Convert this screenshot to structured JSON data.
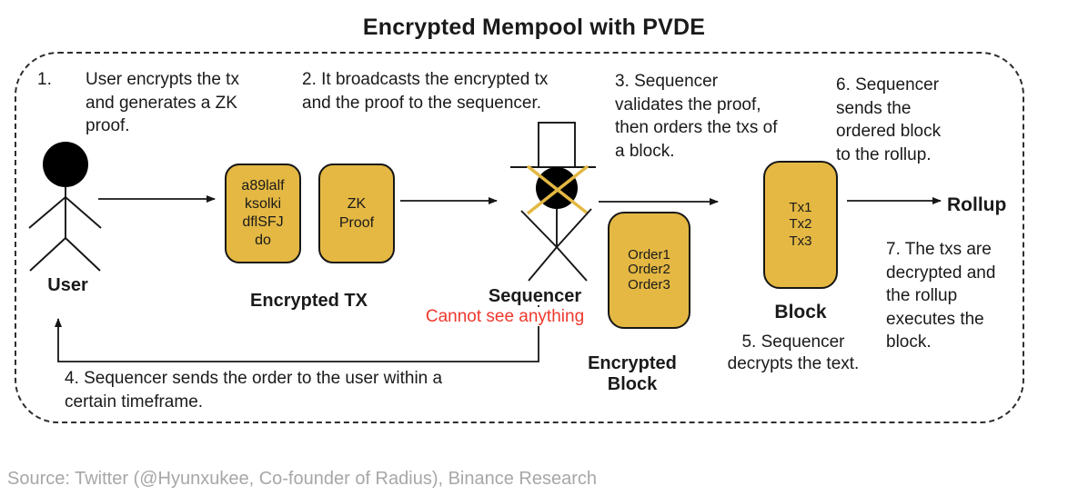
{
  "title": "Encrypted Mempool with PVDE",
  "source": "Source: Twitter (@Hyunxukee, Co-founder of Radius), Binance Research",
  "colors": {
    "gold": "#e4b843",
    "red": "#ee382e",
    "ink": "#1a1a1a",
    "muted": "#a7a7a7"
  },
  "steps": {
    "n1": "1.",
    "s1": "User encrypts the tx\nand generates a ZK\nproof.",
    "s2": "2. It broadcasts the encrypted tx\nand the proof to the sequencer.",
    "s3": "3. Sequencer\nvalidates the proof,\nthen orders the txs of\na block.",
    "s4": "4. Sequencer sends the order to the user within a\ncertain timeframe.",
    "s5": "5. Sequencer\ndecrypts the text.",
    "s6": "6. Sequencer\nsends the\nordered block\nto the rollup.",
    "s7": "7. The txs are\ndecrypted and\nthe rollup\nexecutes the\nblock."
  },
  "nodes": {
    "user": "User",
    "sequencer": "Sequencer",
    "sequencer_note": "Cannot see anything",
    "encrypted_tx": "Encrypted TX",
    "cipher_text": "a89lalf\nksolki\ndflSFJ\ndo",
    "zk_proof": "ZK\nProof",
    "encrypted_block": "Encrypted\nBlock",
    "orders": "Order1\nOrder2\nOrder3",
    "block": "Block",
    "txs": "Tx1\nTx2\nTx3",
    "rollup": "Rollup"
  }
}
